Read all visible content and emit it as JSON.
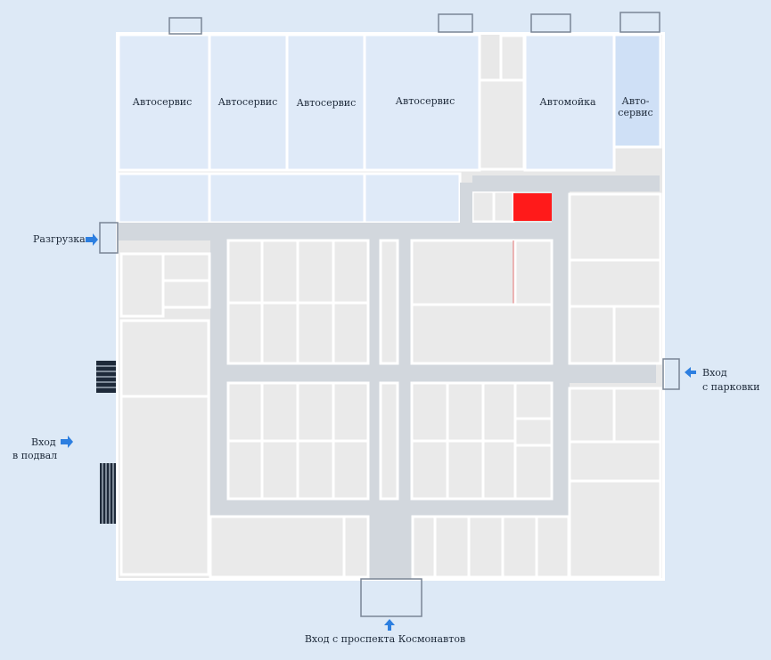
{
  "labels": {
    "service_1": "Автосервис",
    "service_2": "Автосервис",
    "service_3": "Автосервис",
    "service_4": "Автосервис",
    "carwash": "Автомойка",
    "service_small_line1": "Авто-",
    "service_small_line2": "сервис",
    "unloading": "Разгрузка",
    "parking_line1": "Вход",
    "parking_line2": "с парковки",
    "basement_line1": "Вход",
    "basement_line2": "в подвал",
    "main_entrance": "Вход с проспекта Космонавтов"
  },
  "colors": {
    "background": "#dde9f6",
    "room": "#eaeaea",
    "service_area": "#dfeaf8",
    "service_area_alt": "#cfe0f6",
    "corridor": "#d2d7dd",
    "highlight": "#ff1a1a",
    "arrow": "#2d7fe0"
  },
  "icons": [
    "entrance-arrow-icon",
    "staircase-icon",
    "door-icon"
  ]
}
